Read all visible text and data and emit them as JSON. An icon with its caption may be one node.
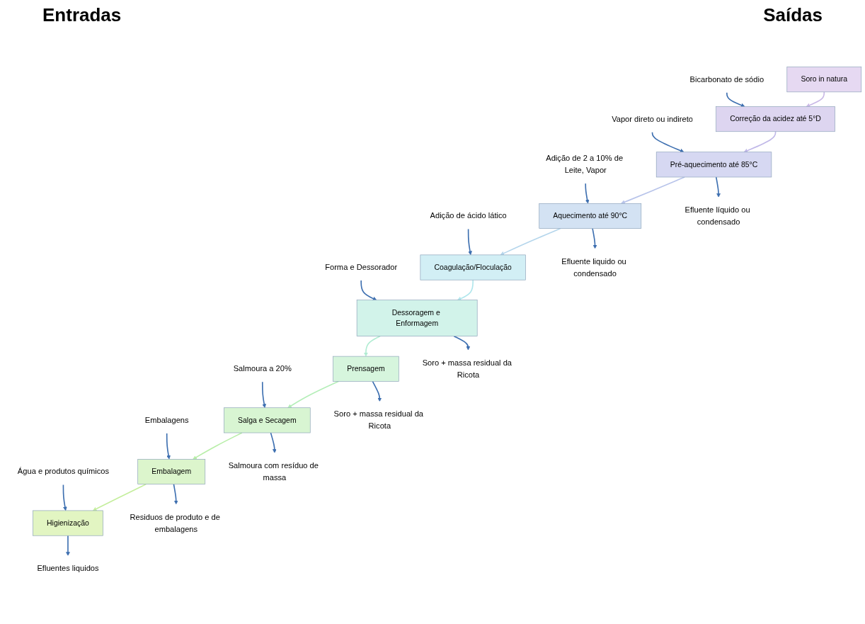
{
  "diagram": {
    "nodes": [
      {
        "text": [
          "Soro in natura"
        ]
      },
      {
        "text": [
          "Correção da acidez até 5°D"
        ]
      },
      {
        "text": [
          "Pré-aquecimento até 85°C"
        ]
      },
      {
        "text": [
          "Aquecimento até 90°C"
        ]
      },
      {
        "text": [
          "Coagulação/Floculação"
        ]
      },
      {
        "text": [
          "Dessoragem e Enformagem"
        ]
      },
      {
        "text": [
          "Prensagem"
        ]
      },
      {
        "text": [
          "Salga e Secagem"
        ]
      },
      {
        "text": [
          "Embalagem"
        ]
      },
      {
        "text": [
          "Higienização"
        ]
      },
      {
        "text": [
          "Bicarbonato de sódio"
        ]
      },
      {
        "text": [
          "Vapor direto ou indireto"
        ]
      },
      {
        "text": [
          "Adição de 2 a 10% de Leite, Vapor"
        ]
      },
      {
        "text": [
          "Adição de ácido lático"
        ]
      },
      {
        "text": [
          "Forma e Dessorador"
        ]
      },
      {
        "text": [
          "Salmoura a 20%"
        ]
      },
      {
        "text": [
          "Embalagens"
        ]
      },
      {
        "text": [
          "Água e produtos químicos"
        ]
      },
      {
        "text": [
          "Efluente líquido ou condensado"
        ]
      },
      {
        "text": [
          "Efluente liquido ou condensado"
        ]
      },
      {
        "text": [
          "Soro + massa residual da Ricota"
        ]
      },
      {
        "text": [
          "Soro + massa residual da Ricota"
        ]
      },
      {
        "text": [
          "Salmoura com resíduo de massa"
        ]
      },
      {
        "text": [
          "Residuos de produto e de embalagens"
        ]
      },
      {
        "text": [
          "Efluentes liquidos"
        ]
      }
    ],
    "edges": [
      {
        "from": 0,
        "to": 1,
        "arrow": "to",
        "color": "#c9b8e6"
      },
      {
        "from": 1,
        "to": 2,
        "arrow": "to",
        "color": "#c0b8e8"
      },
      {
        "from": 2,
        "to": 3,
        "arrow": "to",
        "color": "#b8c4ea"
      },
      {
        "from": 3,
        "to": 4,
        "arrow": "to",
        "color": "#b5d6ec"
      },
      {
        "from": 4,
        "to": 5,
        "arrow": "to",
        "color": "#b0e6ec"
      },
      {
        "from": 5,
        "to": 6,
        "arrow": "to",
        "color": "#b0ecd2"
      },
      {
        "from": 6,
        "to": 7,
        "arrow": "to",
        "color": "#b4eeb8"
      },
      {
        "from": 7,
        "to": 8,
        "arrow": "to",
        "color": "#b8eea8"
      },
      {
        "from": 8,
        "to": 9,
        "arrow": "to",
        "color": "#c4ee9c"
      },
      {
        "from": 10,
        "to": 1,
        "arrow": "to"
      },
      {
        "from": 11,
        "to": 2,
        "arrow": "to"
      },
      {
        "from": 12,
        "to": 3,
        "arrow": "to"
      },
      {
        "from": 13,
        "to": 4,
        "arrow": "to"
      },
      {
        "from": 14,
        "to": 5,
        "arrow": "to"
      },
      {
        "from": 15,
        "to": 7,
        "arrow": "to"
      },
      {
        "from": 16,
        "to": 8,
        "arrow": "to"
      },
      {
        "from": 17,
        "to": 9,
        "arrow": "to"
      },
      {
        "from": 2,
        "to": 18,
        "arrow": "to"
      },
      {
        "from": 3,
        "to": 19,
        "arrow": "to"
      },
      {
        "from": 5,
        "to": 20,
        "arrow": "to"
      },
      {
        "from": 6,
        "to": 21,
        "arrow": "to"
      },
      {
        "from": 7,
        "to": 22,
        "arrow": "to"
      },
      {
        "from": 8,
        "to": 23,
        "arrow": "to"
      },
      {
        "from": 9,
        "to": 24,
        "arrow": "to"
      }
    ],
    "labels": [
      "Entradas",
      "Saídas"
    ]
  }
}
